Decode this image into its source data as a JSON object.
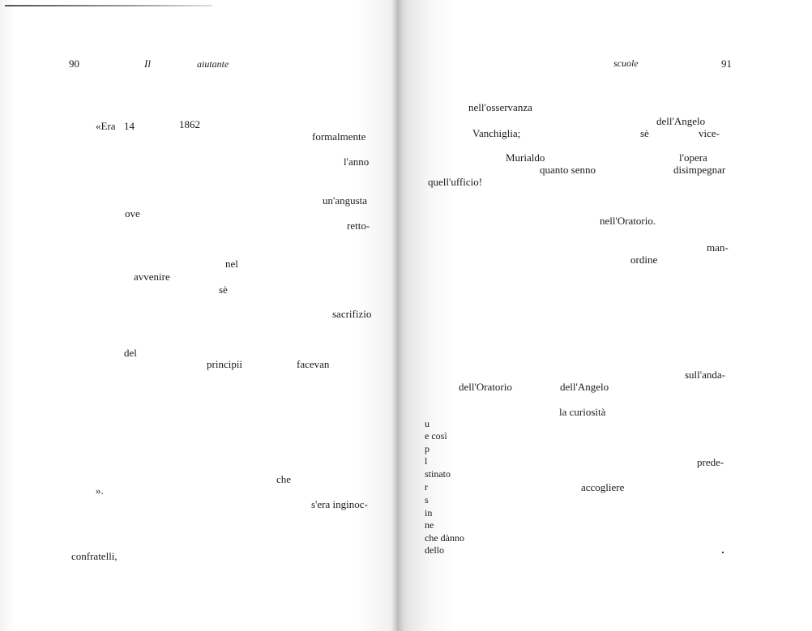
{
  "left_page": {
    "page_number": "90",
    "header_title_1": "Il",
    "header_title_2": "aiutante",
    "words": {
      "era": "«Era",
      "day": "14",
      "year": "1862",
      "formalmente": "formalmente",
      "anno": "l'anno",
      "angusta": "un'angusta",
      "ove": "ove",
      "retto": "retto-",
      "nel": "nel",
      "avvenire": "avvenire",
      "se": "sè",
      "sacrifizio": "sacrifizio",
      "del": "del",
      "principii": "principii",
      "facevan": "facevan",
      "che": "che",
      "close_quote": "».",
      "inginoc": "s'era inginoc-",
      "confratelli": "confratelli,"
    }
  },
  "right_page": {
    "page_number": "91",
    "header_title": "scuole",
    "words": {
      "osservanza": "nell'osservanza",
      "angelo_1": "dell'Angelo",
      "vanchiglia": "Vanchiglia;",
      "se": "sè",
      "vice": "vice-",
      "murialdo": "Murialdo",
      "opera": "l'opera",
      "senno": "quanto senno",
      "disimpegnar": "disimpegnar",
      "ufficio": "quell'ufficio!",
      "oratorio_1": "nell'Oratorio.",
      "man": "man-",
      "ordine": "ordine",
      "anda": "sull'anda-",
      "oratorio_2": "dell'Oratorio",
      "angelo_2": "dell'Angelo",
      "curiosita": "la curiosità",
      "frag_u": "u",
      "cosi": "e così",
      "frag_p": "p",
      "frag_l": "l",
      "prede": "prede-",
      "stinato": "stinato",
      "frag_r": "r",
      "accogliere": "accogliere",
      "frag_s": "s",
      "frag_in": "in",
      "frag_ne": "ne",
      "danno": "che dànno",
      "dello": "dello"
    }
  }
}
